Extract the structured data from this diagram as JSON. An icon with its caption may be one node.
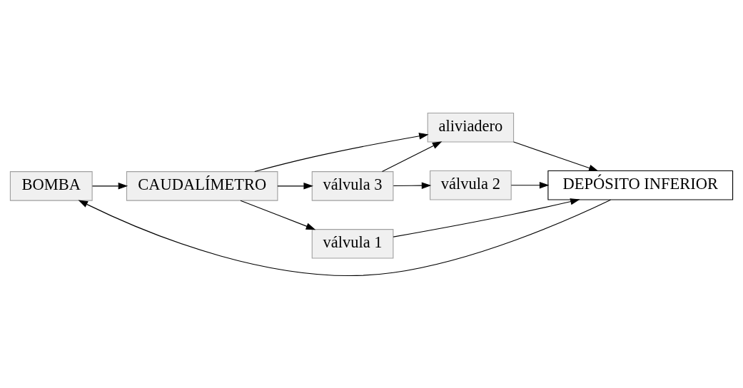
{
  "diagram": {
    "nodes": [
      {
        "text": [
          "BOMBA"
        ]
      },
      {
        "text": [
          "CAUDALÍMETRO"
        ]
      },
      {
        "text": [
          "aliviadero"
        ]
      },
      {
        "text": [
          "válvula 3"
        ]
      },
      {
        "text": [
          "válvula 1"
        ]
      },
      {
        "text": [
          "válvula 2"
        ]
      },
      {
        "text": [
          "DEPÓSITO INFERIOR"
        ]
      }
    ],
    "edges": [
      {
        "from": 6,
        "to": 0,
        "arrow": "to"
      },
      {
        "from": 0,
        "to": 1,
        "arrow": "to"
      },
      {
        "from": 1,
        "to": 2,
        "arrow": "to"
      },
      {
        "from": 1,
        "to": 3,
        "arrow": "to"
      },
      {
        "from": 1,
        "to": 4,
        "arrow": "to"
      },
      {
        "from": 3,
        "to": 2,
        "arrow": "to"
      },
      {
        "from": 3,
        "to": 5,
        "arrow": "to"
      },
      {
        "from": 4,
        "to": 6,
        "arrow": "to"
      },
      {
        "from": 5,
        "to": 6,
        "arrow": "to"
      },
      {
        "from": 2,
        "to": 6,
        "arrow": "to"
      }
    ]
  }
}
